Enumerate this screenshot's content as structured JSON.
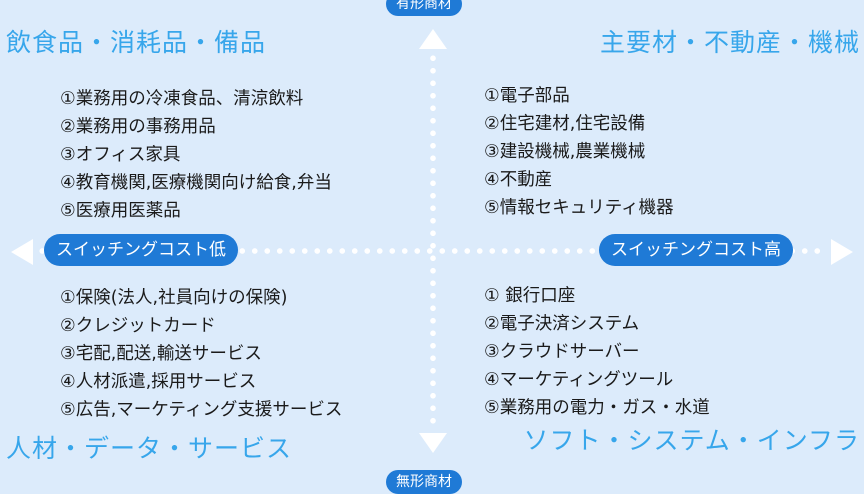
{
  "axis": {
    "top": "有形商材",
    "bottom": "無形商材",
    "left": "スイッチングコスト低",
    "right": "スイッチングコスト高"
  },
  "quadrants": {
    "top_left": {
      "title": "飲食品・消耗品・備品",
      "items": [
        "①業務用の冷凍食品、清涼飲料",
        "②業務用の事務用品",
        "③オフィス家具",
        "④教育機関,医療機関向け給食,弁当",
        "⑤医療用医薬品"
      ]
    },
    "top_right": {
      "title": "主要材・不動産・機械",
      "items": [
        "①電子部品",
        "②住宅建材,住宅設備",
        "③建設機械,農業機械",
        "④不動産",
        "⑤情報セキュリティ機器"
      ]
    },
    "bottom_left": {
      "title": "人材・データ・サービス",
      "items": [
        "①保険(法人,社員向けの保険)",
        "②クレジットカード",
        "③宅配,配送,輸送サービス",
        "④人材派遣,採用サービス",
        "⑤広告,マーケティング支援サービス"
      ]
    },
    "bottom_right": {
      "title": "ソフト・システム・インフラ",
      "items": [
        "① 銀行口座",
        "②電子決済システム",
        "③クラウドサーバー",
        "④マーケティングツール",
        "⑤業務用の電力・ガス・水道"
      ]
    }
  },
  "colors": {
    "background": "#dcebfb",
    "accent": "#1f7ad6",
    "title": "#37a6eb",
    "axis": "#ffffff"
  }
}
